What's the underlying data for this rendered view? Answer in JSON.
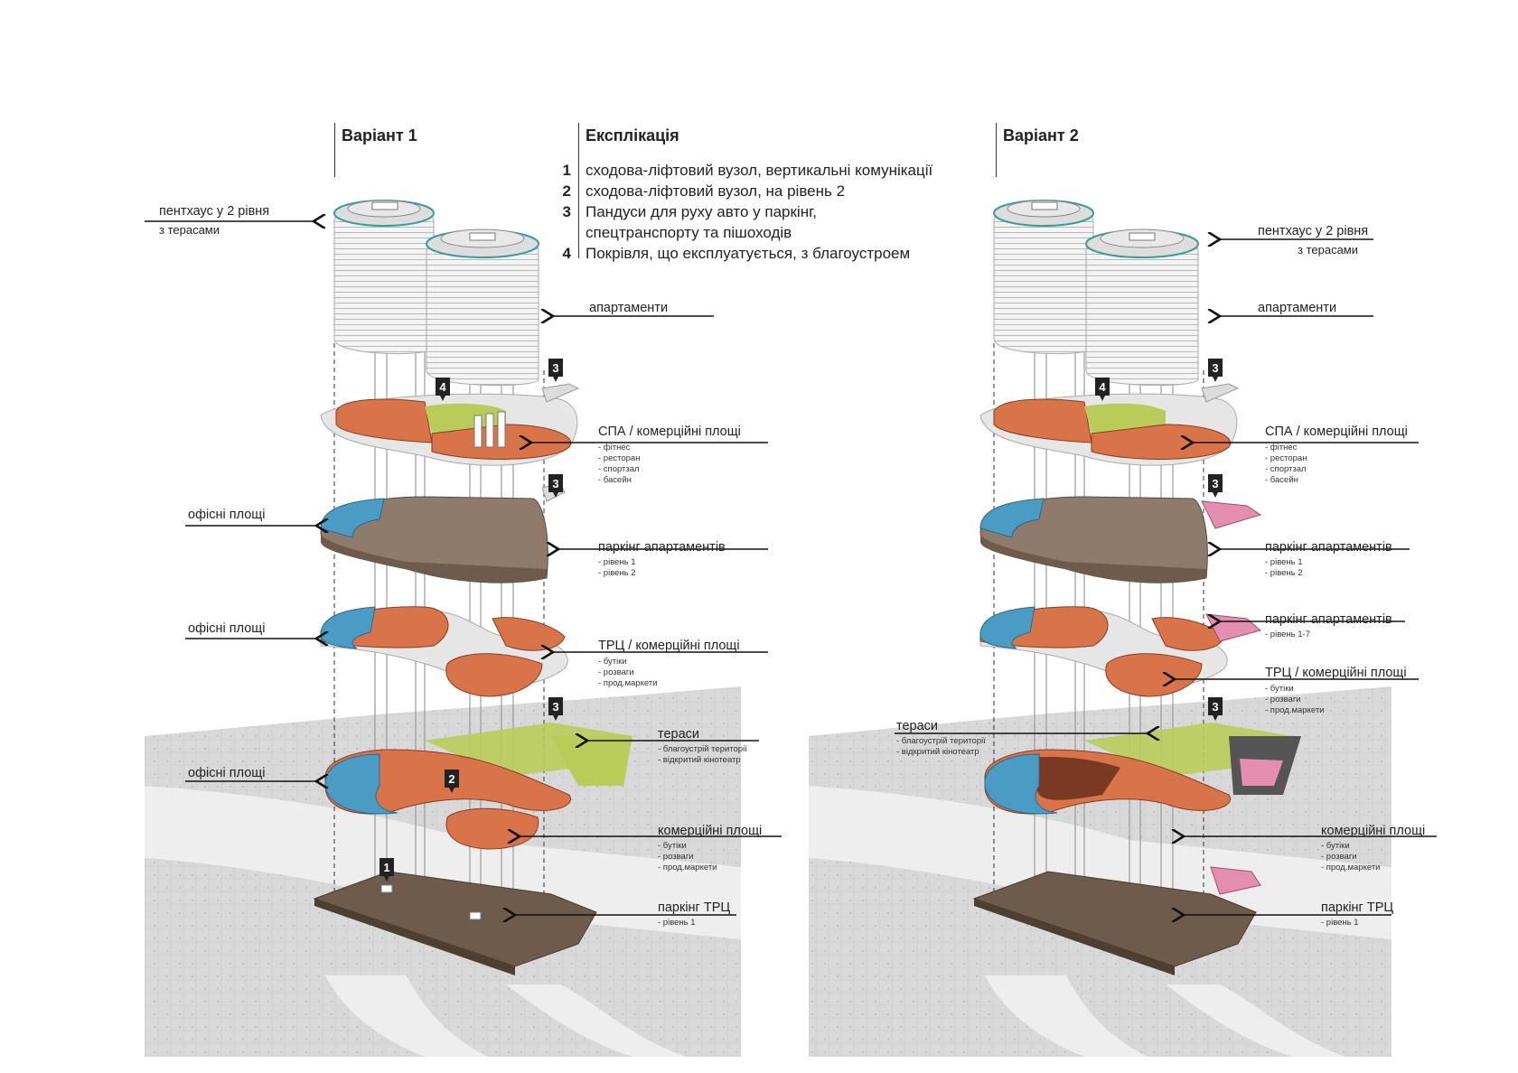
{
  "variant1": {
    "title": "Варіант 1",
    "labels": {
      "penthouse": "пентхаус у 2 рівня",
      "penthouse_sub": "з терасами",
      "apartments": "апартаменти",
      "spa": "СПА / комерційні площі",
      "spa_items": [
        "- фітнес",
        "- ресторан",
        "- спортзал",
        "- басейн"
      ],
      "office1": "офісні площі",
      "parking_apts": "паркінг апартаментів",
      "parking_apts_items": [
        "- рівень 1",
        "- рівень 2"
      ],
      "office2": "офісні площі",
      "trc": "ТРЦ / комерційні площі",
      "trc_items": [
        "- бутіки",
        "- розваги",
        "- прод.маркети"
      ],
      "terraces": "тераси",
      "terraces_items": [
        "- благоустрій території",
        "- відкритий кінотеатр"
      ],
      "office3": "офісні площі",
      "commercial": "комерційні площі",
      "commercial_items": [
        "- бутіки",
        "- розваги",
        "- прод.маркети"
      ],
      "parking_trc": "паркінг ТРЦ",
      "parking_trc_items": [
        "- рівень 1"
      ]
    },
    "markers": [
      "3",
      "4",
      "3",
      "3",
      "2",
      "1"
    ]
  },
  "legend": {
    "title": "Експлікація",
    "items": [
      {
        "num": "1",
        "text": "сходова-ліфтовий вузол, вертикальні комунікації"
      },
      {
        "num": "2",
        "text": "сходова-ліфтовий вузол, на рівень 2"
      },
      {
        "num": "3",
        "text": "Пандуси для руху авто у паркінг,"
      },
      {
        "num": "",
        "text": "спецтранспорту та пішоходів"
      },
      {
        "num": "4",
        "text": "Покрівля, що експлуатується, з благоустроем"
      }
    ]
  },
  "variant2": {
    "title": "Варіант 2",
    "labels": {
      "penthouse": "пентхаус у 2 рівня",
      "penthouse_sub": "з терасами",
      "apartments": "апартаменти",
      "spa": "СПА / комерційні площі",
      "spa_items": [
        "- фітнес",
        "- ресторан",
        "- спортзал",
        "- басейн"
      ],
      "parking_apts": "паркінг апартаментів",
      "parking_apts_items": [
        "- рівень 1",
        "- рівень 2"
      ],
      "parking_apts2": "паркінг апартаментів",
      "parking_apts2_items": [
        "- рівень 1-7"
      ],
      "trc": "ТРЦ / комерційні площі",
      "trc_items": [
        "- бутіки",
        "- розваги",
        "- прод.маркети"
      ],
      "terraces": "тераси",
      "terraces_items": [
        "- благоустрій території",
        "- відкритий кінотеатр"
      ],
      "commercial": "комерційні площі",
      "commercial_items": [
        "- бутіки",
        "- розваги",
        "- прод.маркети"
      ],
      "parking_trc": "паркінг ТРЦ",
      "parking_trc_items": [
        "- рівень 1"
      ]
    },
    "markers": [
      "3",
      "4",
      "3",
      "3"
    ]
  },
  "colors": {
    "orange": "#d9744a",
    "orange_dark": "#b85a34",
    "blue": "#4a9cc4",
    "brown": "#8f7b6b",
    "brown_dark": "#6e5b4c",
    "green": "#b9cc5a",
    "pink": "#e58fb0",
    "platform": "#dcdcdc",
    "context": "#cfcfcf"
  }
}
